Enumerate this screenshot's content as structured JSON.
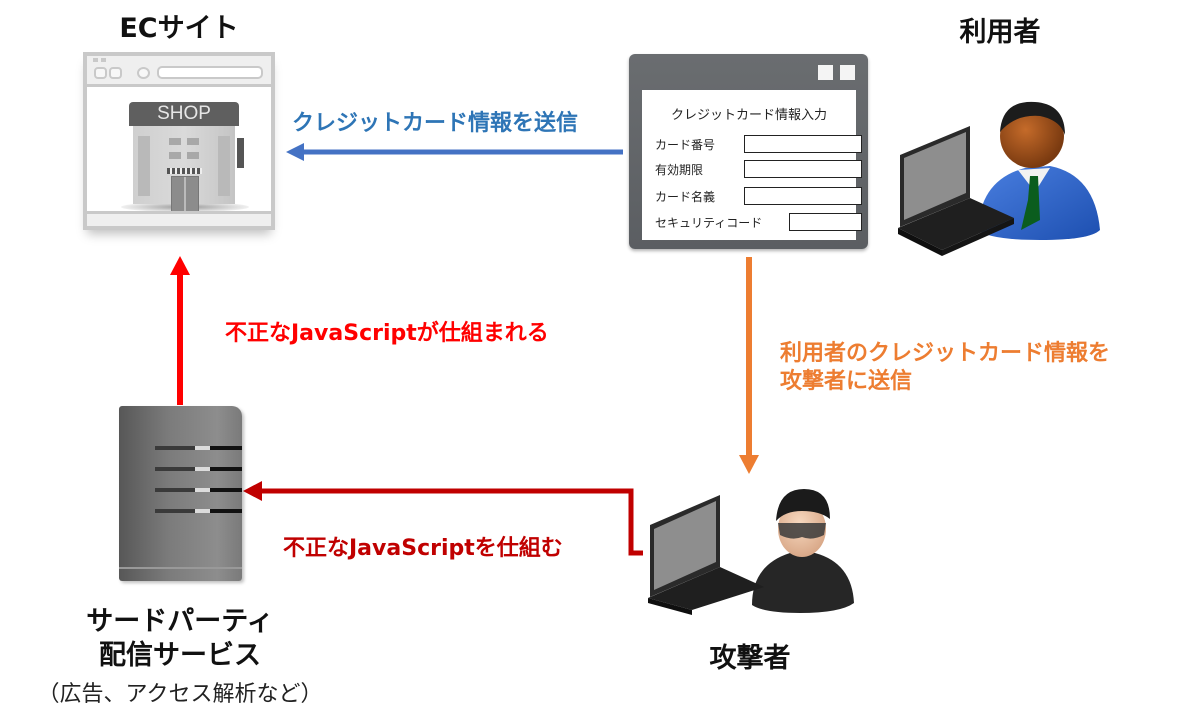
{
  "nodes": {
    "ec_site": {
      "title": "ECサイト",
      "shop_sign": "SHOP"
    },
    "user": {
      "title": "利用者"
    },
    "attacker": {
      "title": "攻撃者"
    },
    "third_party": {
      "title_line1": "サードパーティ",
      "title_line2": "配信サービス",
      "subtitle": "（広告、アクセス解析など）"
    }
  },
  "card_form": {
    "title": "クレジットカード情報入力",
    "fields": [
      {
        "label": "カード番号",
        "value": ""
      },
      {
        "label": "有効期限",
        "value": ""
      },
      {
        "label": "カード名義",
        "value": ""
      },
      {
        "label": "セキュリティコード",
        "value": ""
      }
    ]
  },
  "arrows": {
    "send_card": {
      "label": "クレジットカード情報を送信",
      "color": "#4472c4"
    },
    "js_injected": {
      "label": "不正なJavaScriptが仕組まれる",
      "color": "#ff0000"
    },
    "exfiltrate": {
      "label_line1": "利用者のクレジットカード情報を",
      "label_line2": "攻撃者に送信",
      "color": "#ed7d31"
    },
    "plant_js": {
      "label": "不正なJavaScriptを仕組む",
      "color": "#c00000"
    }
  }
}
